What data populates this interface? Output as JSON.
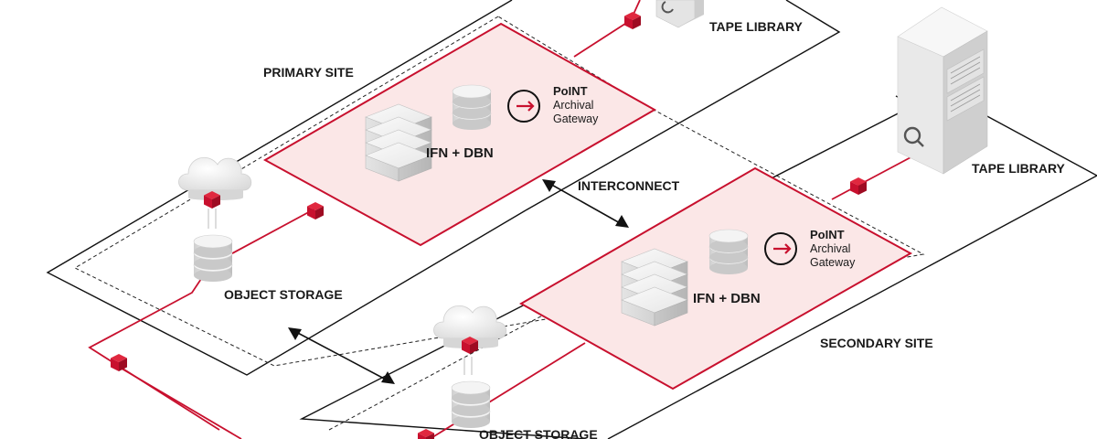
{
  "colors": {
    "accent": "#c8102e",
    "zone_fill": "#fbe7e7",
    "line": "#111111"
  },
  "labels": {
    "primary_site": "PRIMARY SITE",
    "secondary_site": "SECONDARY SITE",
    "tape_library_top": "TAPE LIBRARY",
    "tape_library_right": "TAPE LIBRARY",
    "interconnect": "INTERCONNECT",
    "object_storage_primary": "OBJECT STORAGE",
    "object_storage_secondary": "OBJECT STORAGE",
    "ifn_dbn_primary": "IFN + DBN",
    "ifn_dbn_secondary": "IFN + DBN"
  },
  "gateway_primary": {
    "brand": "PoINT",
    "line1": "Archival",
    "line2": "Gateway",
    "icon": "arrow-circle-icon"
  },
  "gateway_secondary": {
    "brand": "PoINT",
    "line1": "Archival",
    "line2": "Gateway",
    "icon": "arrow-circle-icon"
  }
}
